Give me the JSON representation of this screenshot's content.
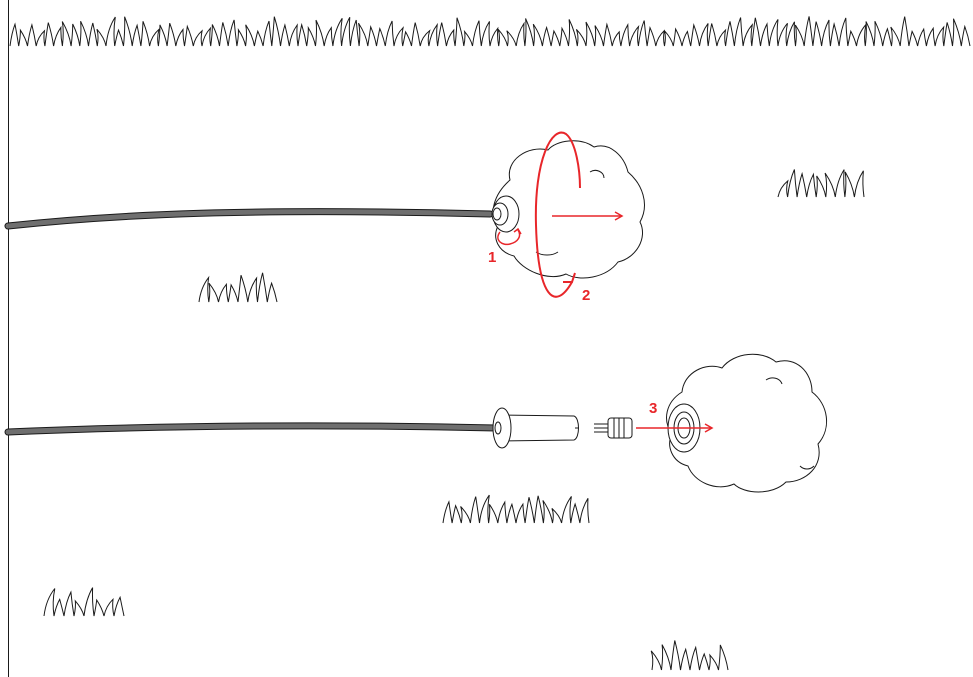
{
  "steps": [
    {
      "number": "1"
    },
    {
      "number": "2"
    },
    {
      "number": "3"
    }
  ],
  "colors": {
    "accent": "#e8262a",
    "cable": "#6f6f6f",
    "line": "#1a1a1a",
    "background": "#ffffff"
  },
  "icons": [
    "rotate-arrow-icon",
    "circle-arrow-icon",
    "pull-arrow-icon",
    "grass-icon"
  ]
}
